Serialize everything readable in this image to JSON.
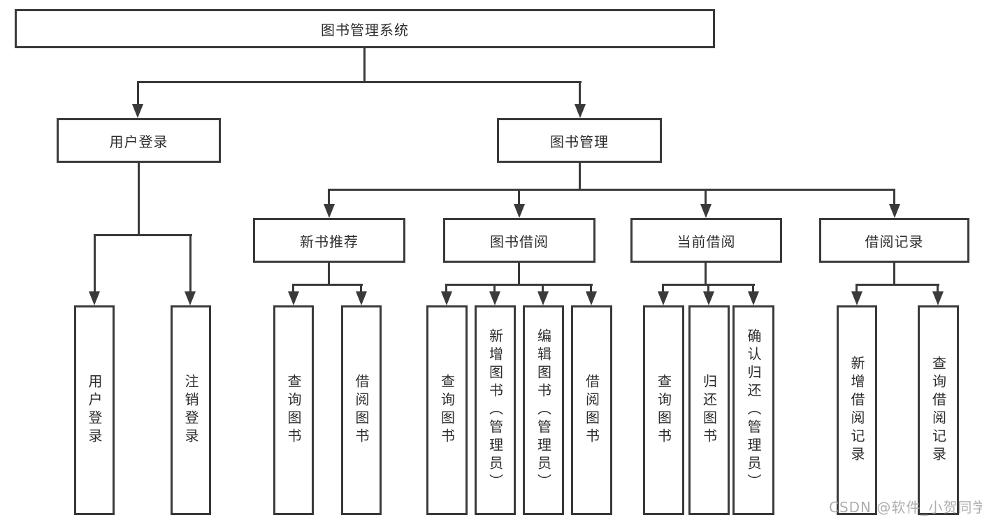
{
  "diagram_type": "hierarchy-tree",
  "root": {
    "label": "图书管理系统"
  },
  "branches": [
    {
      "label": "用户登录",
      "children": [
        {
          "label": "用户登录"
        },
        {
          "label": "注销登录"
        }
      ]
    },
    {
      "label": "图书管理",
      "children": [
        {
          "label": "新书推荐",
          "children": [
            {
              "label": "查询图书"
            },
            {
              "label": "借阅图书"
            }
          ]
        },
        {
          "label": "图书借阅",
          "children": [
            {
              "label": "查询图书"
            },
            {
              "label": "新增图书（管理员）"
            },
            {
              "label": "编辑图书（管理员）"
            },
            {
              "label": "借阅图书"
            }
          ]
        },
        {
          "label": "当前借阅",
          "children": [
            {
              "label": "查询图书"
            },
            {
              "label": "归还图书"
            },
            {
              "label": "确认归还（管理员）"
            }
          ]
        },
        {
          "label": "借阅记录",
          "children": [
            {
              "label": "新增借阅记录"
            },
            {
              "label": "查询借阅记录"
            }
          ]
        }
      ]
    }
  ],
  "watermark": {
    "text": "CSDN @软件_小贺同学",
    "color": "#a6a6a8"
  },
  "colors": {
    "line": "#3a3a3c",
    "box_border": "#3a3a3c",
    "box_fill": "#ffffff",
    "text": "#2d2d2f",
    "background": "#ffffff"
  }
}
